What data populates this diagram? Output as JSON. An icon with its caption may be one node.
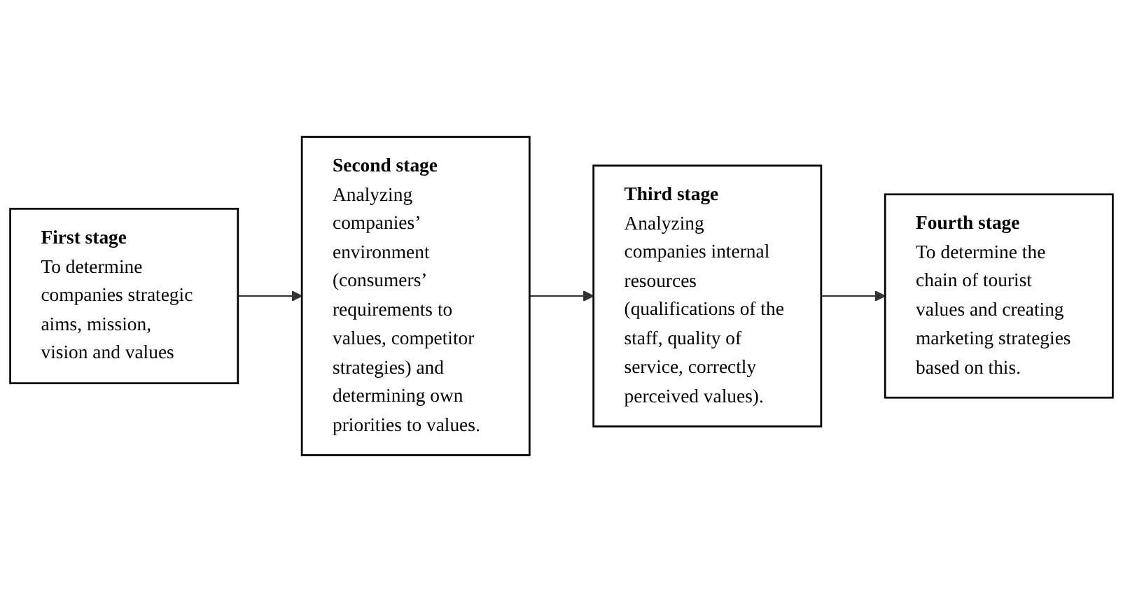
{
  "diagram": {
    "nodes": [
      {
        "text": [
          "First stage",
          "To determine companies strategic aims, mission, vision and values"
        ]
      },
      {
        "text": [
          "Second stage",
          "Analyzing companies’ environment (consumers’ requirements to values, competitor strategies) and determining own priorities to values."
        ]
      },
      {
        "text": [
          "Third stage",
          "Analyzing companies internal resources (qualifications of the staff, quality of service, correctly perceived values)."
        ]
      },
      {
        "text": [
          "Fourth stage",
          "To determine the chain of tourist values and creating marketing strategies based on this."
        ]
      }
    ],
    "edges": [
      {
        "from": 0,
        "to": 1,
        "arrow": "to"
      },
      {
        "from": 1,
        "to": 2,
        "arrow": "to"
      },
      {
        "from": 2,
        "to": 3,
        "arrow": "to"
      }
    ]
  }
}
